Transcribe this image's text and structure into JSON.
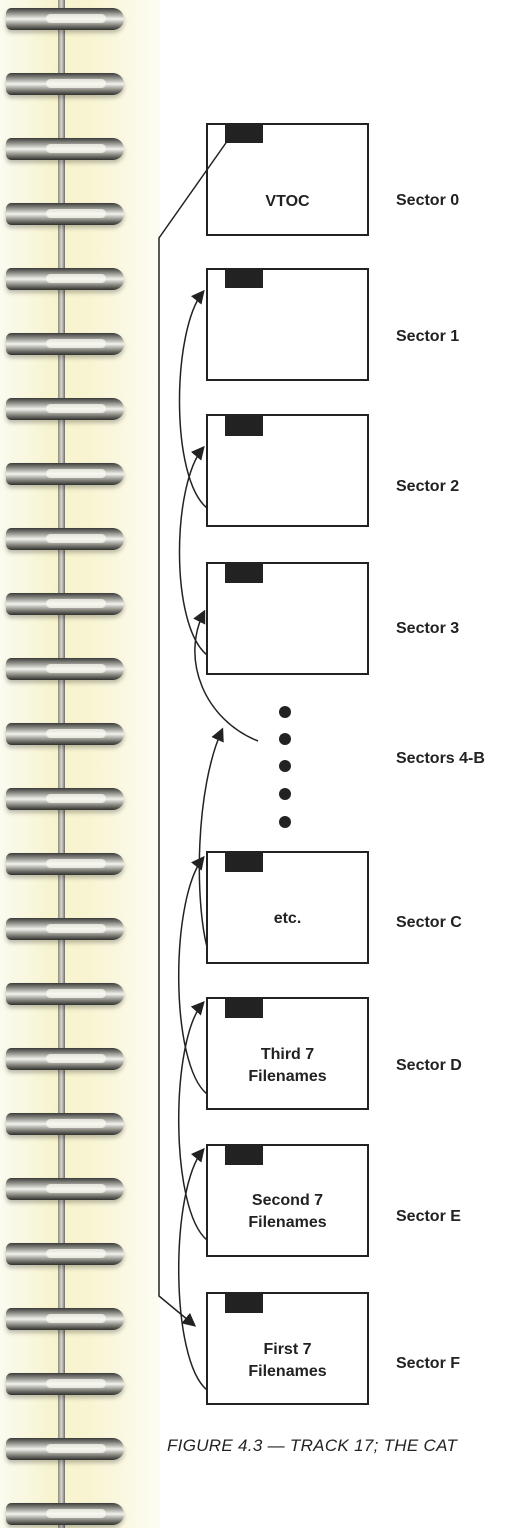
{
  "sectors": [
    {
      "label": "Sector 0",
      "content": [
        "VTOC"
      ]
    },
    {
      "label": "Sector 1",
      "content": []
    },
    {
      "label": "Sector 2",
      "content": []
    },
    {
      "label": "Sector 3",
      "content": []
    },
    {
      "label": "Sectors 4-B",
      "content": []
    },
    {
      "label": "Sector C",
      "content": [
        "etc."
      ]
    },
    {
      "label": "Sector D",
      "content": [
        "Third 7",
        "Filenames"
      ]
    },
    {
      "label": "Sector E",
      "content": [
        "Second 7",
        "Filenames"
      ]
    },
    {
      "label": "Sector F",
      "content": [
        "First 7",
        "Filenames"
      ]
    }
  ],
  "caption": "FIGURE 4.3 — TRACK 17; THE CAT"
}
